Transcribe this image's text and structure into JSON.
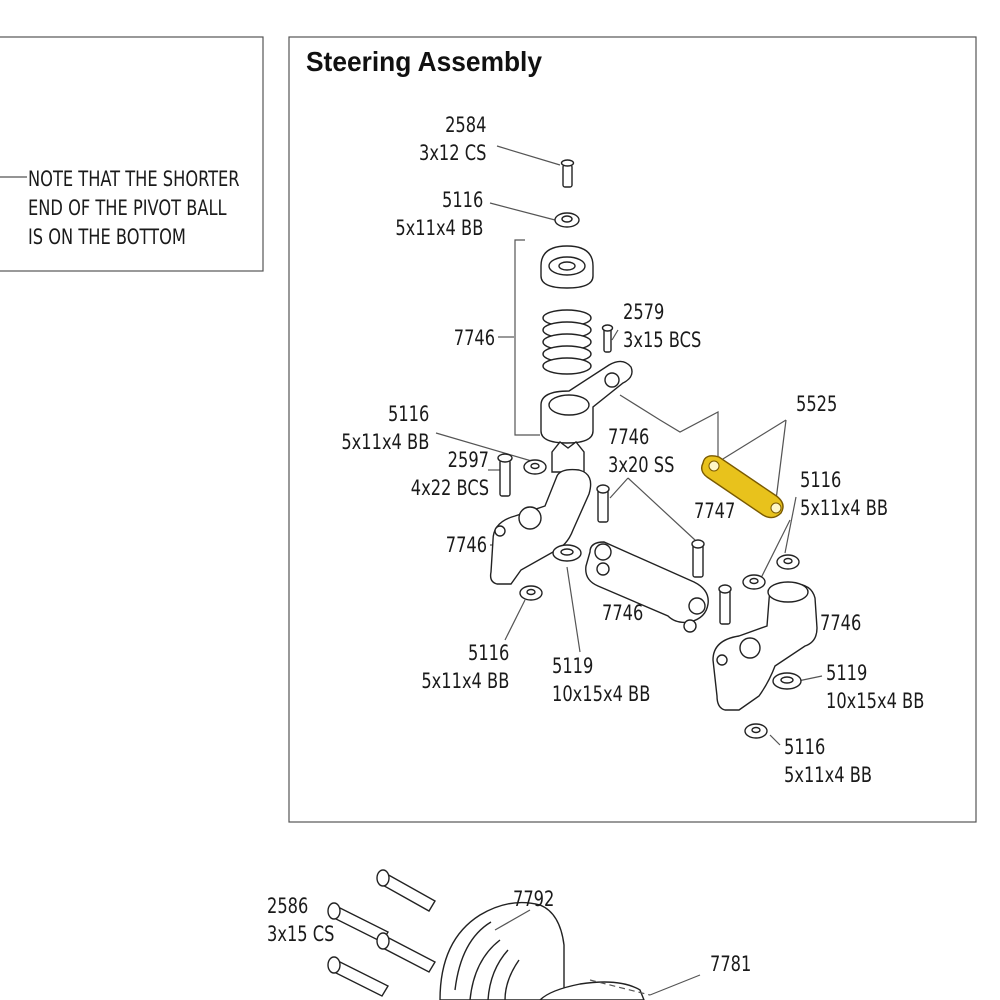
{
  "note_panel": {
    "lines": [
      "NOTE THAT THE SHORTER",
      "END OF THE PIVOT BALL",
      "IS ON THE BOTTOM"
    ]
  },
  "steering_panel": {
    "title": "Steering Assembly",
    "highlight_color": "#e8c21c",
    "callouts": {
      "c2584": [
        "2584",
        "3x12 CS"
      ],
      "c5116_top": [
        "5116",
        "5x11x4 BB"
      ],
      "c7746_spring": [
        "7746"
      ],
      "c2579": [
        "2579",
        "3x15 BCS"
      ],
      "c5525": [
        "5525"
      ],
      "c5116_left": [
        "5116",
        "5x11x4 BB"
      ],
      "c7746_ss": [
        "7746",
        "3x20 SS"
      ],
      "c2597": [
        "2597",
        "4x22 BCS"
      ],
      "c5116_right": [
        "5116",
        "5x11x4 BB"
      ],
      "c7747": [
        "7747"
      ],
      "c7746_left": [
        "7746"
      ],
      "c7746_link": [
        "7746"
      ],
      "c7746_right": [
        "7746"
      ],
      "c5116_bl": [
        "5116",
        "5x11x4 BB"
      ],
      "c5119_mid": [
        "5119",
        "10x15x4 BB"
      ],
      "c5119_right": [
        "5119",
        "10x15x4 BB"
      ],
      "c5116_br": [
        "5116",
        "5x11x4 BB"
      ]
    }
  },
  "differential_panel": {
    "callouts": {
      "c2586": [
        "2586",
        "3x15 CS"
      ],
      "c7792": [
        "7792"
      ],
      "c7781": [
        "7781"
      ]
    }
  }
}
